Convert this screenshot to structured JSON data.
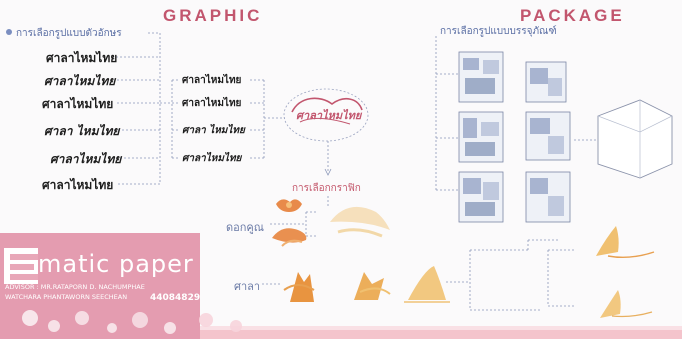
{
  "titles": {
    "graphic": "GRAPHIC",
    "package": "PACKAGE"
  },
  "labels": {
    "font_selection": "การเลือกรูปแบบตัวอักษร",
    "package_selection": "การเลือกรูปแบบบรรจุภัณฑ์",
    "graphic_selection": "การเลือกกราฟิก",
    "flower": "ดอกคูณ",
    "sala": "ศาลา"
  },
  "font_samples": [
    "ศาลาไหมไทย",
    "ศาลาไหมไทย",
    "ศาลาไหมไทย",
    "ศาลา ไหมไทย",
    "ศาลาไหมไทย",
    "ศาลาไหมไทย"
  ],
  "font_variants": [
    "ศาลาไหมไทย",
    "ศาลาไหมไทย",
    "ศาลา ไหมไทย",
    "ศาลาไหมไทย"
  ],
  "logo_text": {
    "main": "ศาลาไหมไทย"
  },
  "brand": {
    "title": "matic paper",
    "letter": "E",
    "advisor": "ADVISOR : MR.RATAPORN D. NACHUMPHAE",
    "line2": "WATCHARA PHANTAWORN SEECHEAN",
    "code": "44084829"
  },
  "colors": {
    "accent": "#c2566e",
    "line": "#6f7ea8",
    "brand_pink": "#e8a7b8"
  }
}
